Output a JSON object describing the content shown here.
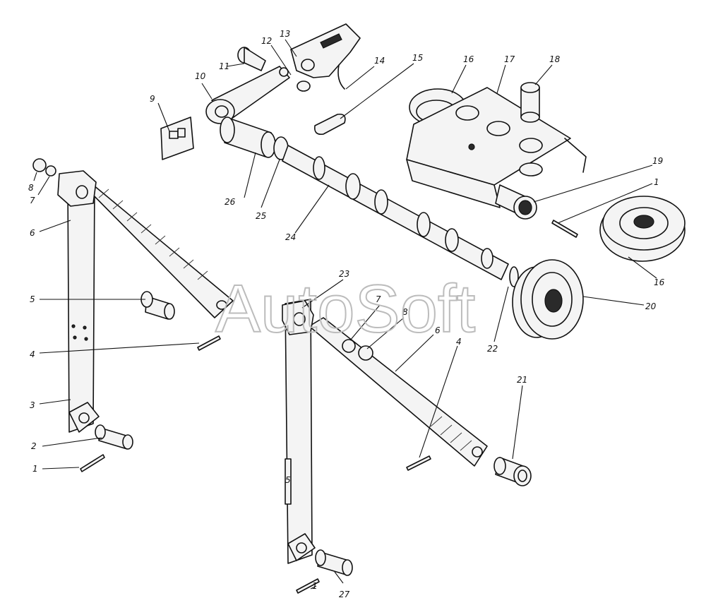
{
  "watermark": "AutoSoft",
  "callouts": [
    {
      "id": "c1a",
      "label": "1"
    },
    {
      "id": "c1b",
      "label": "1"
    },
    {
      "id": "c1c",
      "label": "1"
    },
    {
      "id": "c2",
      "label": "2"
    },
    {
      "id": "c3",
      "label": "3"
    },
    {
      "id": "c4a",
      "label": "4"
    },
    {
      "id": "c4b",
      "label": "4"
    },
    {
      "id": "c5a",
      "label": "5"
    },
    {
      "id": "c5b",
      "label": "5"
    },
    {
      "id": "c6a",
      "label": "6"
    },
    {
      "id": "c6b",
      "label": "6"
    },
    {
      "id": "c7a",
      "label": "7"
    },
    {
      "id": "c7b",
      "label": "7"
    },
    {
      "id": "c8a",
      "label": "8"
    },
    {
      "id": "c8b",
      "label": "8"
    },
    {
      "id": "c9",
      "label": "9"
    },
    {
      "id": "c10",
      "label": "10"
    },
    {
      "id": "c11",
      "label": "11"
    },
    {
      "id": "c12",
      "label": "12"
    },
    {
      "id": "c13",
      "label": "13"
    },
    {
      "id": "c14",
      "label": "14"
    },
    {
      "id": "c15",
      "label": "15"
    },
    {
      "id": "c16a",
      "label": "16"
    },
    {
      "id": "c16b",
      "label": "16"
    },
    {
      "id": "c17",
      "label": "17"
    },
    {
      "id": "c18",
      "label": "18"
    },
    {
      "id": "c19",
      "label": "19"
    },
    {
      "id": "c20",
      "label": "20"
    },
    {
      "id": "c21",
      "label": "21"
    },
    {
      "id": "c22",
      "label": "22"
    },
    {
      "id": "c23",
      "label": "23"
    },
    {
      "id": "c24",
      "label": "24"
    },
    {
      "id": "c25",
      "label": "25"
    },
    {
      "id": "c26",
      "label": "26"
    },
    {
      "id": "c27",
      "label": "27"
    }
  ]
}
